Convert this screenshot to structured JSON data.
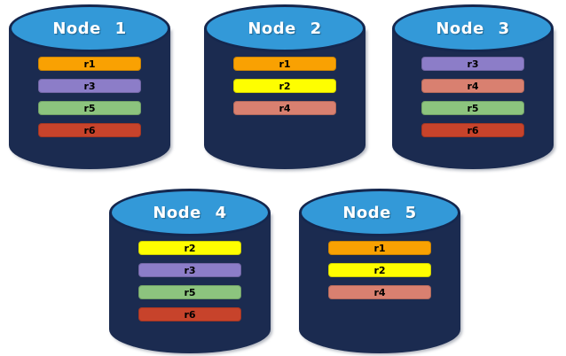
{
  "diagram": {
    "colors": {
      "cylinder_body": "#1B2B50",
      "cylinder_top": "#3399D8",
      "cylinder_outline": "#15274E",
      "node_label_text": "#FFFFFF",
      "record_label_text": "#000000",
      "background": "#FFFFFF"
    },
    "record_colors": {
      "r1": "#F9A102",
      "r2": "#FEFE00",
      "r3": "#8C7DC8",
      "r4": "#D98070",
      "r5": "#8CC47E",
      "r6": "#C7432B"
    },
    "nodes": [
      {
        "label": "Node 1",
        "records": [
          "r1",
          "r3",
          "r5",
          "r6"
        ]
      },
      {
        "label": "Node 2",
        "records": [
          "r1",
          "r2",
          "r4"
        ]
      },
      {
        "label": "Node 3",
        "records": [
          "r3",
          "r4",
          "r5",
          "r6"
        ]
      },
      {
        "label": "Node 4",
        "records": [
          "r2",
          "r3",
          "r5",
          "r6"
        ]
      },
      {
        "label": "Node 5",
        "records": [
          "r1",
          "r2",
          "r4"
        ]
      }
    ]
  }
}
